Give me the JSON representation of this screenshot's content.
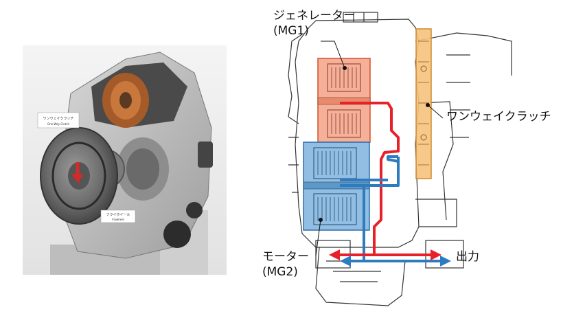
{
  "photo": {
    "tags": [
      "ワンウェイクラッチ",
      "One-Way Clutch",
      "フライホイール",
      "Flywheel"
    ]
  },
  "diagram": {
    "generator_label": "ジェネレーター",
    "generator_code": "(MG1)",
    "motor_label": "モーター",
    "motor_code": "(MG2)",
    "clutch_label": "ワンウェイクラッチ",
    "output_label": "出力"
  },
  "colors": {
    "generator_fill": "#f4a286",
    "motor_fill": "#7eb3dd",
    "clutch_fill": "#f5c27d",
    "red_arrow": "#e8202a",
    "blue_arrow": "#2e7cc0"
  }
}
